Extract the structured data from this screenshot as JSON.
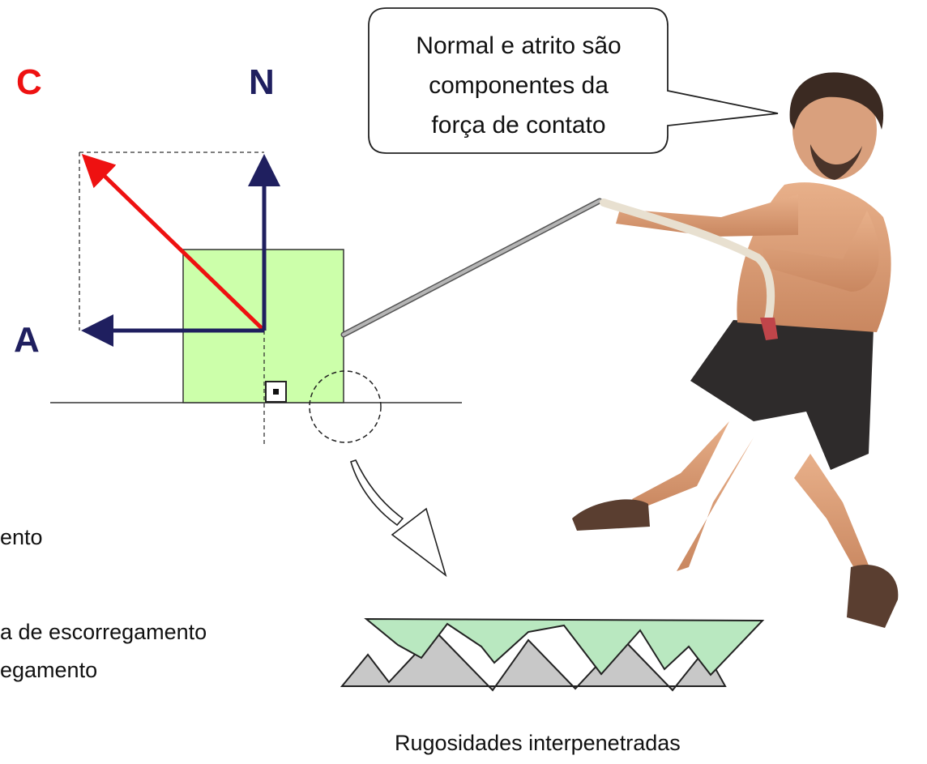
{
  "labels": {
    "contact_force": "C",
    "normal": "N",
    "friction": "A"
  },
  "speech_bubble": {
    "line1": "Normal e atrito são",
    "line2": "componentes da",
    "line3": "força de contato"
  },
  "left_text": {
    "line1": "ento",
    "line2": "a de escorregamento",
    "line3": "egamento"
  },
  "caption": "Rugosidades interpenetradas",
  "colors": {
    "contact_force": "#ee1111",
    "normal": "#1f1f5f",
    "friction": "#1f1f5f",
    "block": "#ccffaa",
    "block_rough": "#b9e8c0",
    "ground_rough": "#c8c8c8",
    "rope": "#9a9a9a"
  },
  "icons": {
    "person": "man-pulling-rope-figure"
  }
}
